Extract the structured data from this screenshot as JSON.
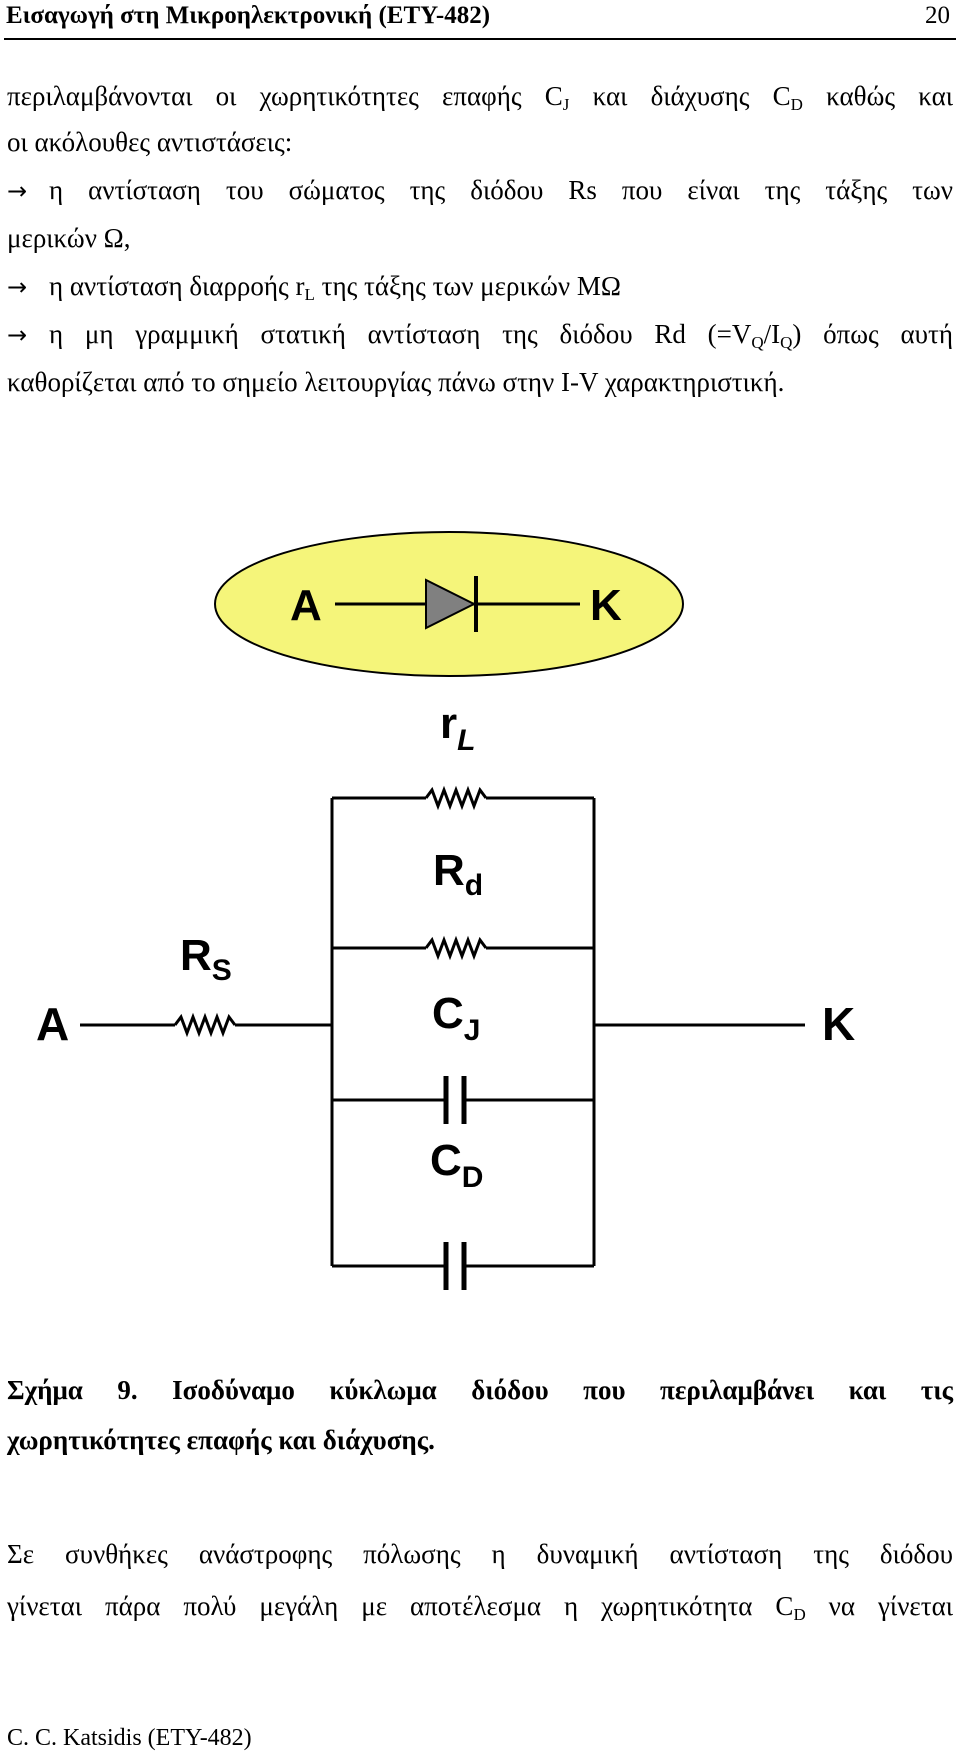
{
  "header": {
    "title": "Εισαγωγή στη Μικροηλεκτρονική (ΕΤΥ-482)",
    "page": "20"
  },
  "para1": {
    "line1_a": "περιλαμβάνονται οι χωρητικότητες επαφής C",
    "line1_sub1": "J",
    "line1_b": " και διάχυσης C",
    "line1_sub2": "D",
    "line1_c": " καθώς και",
    "line2": "οι ακόλουθες αντιστάσεις:"
  },
  "bullets": {
    "arrow_glyph": "→",
    "b1_line1": "η αντίσταση του σώματος της διόδου Rs που είναι της τάξης των",
    "b1_line2": "μερικών Ω,",
    "b2_a": "η αντίσταση διαρροής r",
    "b2_sub": "L",
    "b2_b": " της τάξης των μερικών ΜΩ",
    "b3_a": "η μη γραμμική στατική αντίσταση της διόδου Rd (=V",
    "b3_sub1": "Q",
    "b3_b": "/I",
    "b3_sub2": "Q",
    "b3_c": ") όπως αυτή",
    "b3_line2": "καθορίζεται από το σημείο λειτουργίας πάνω στην I-V χαρακτηριστική."
  },
  "figure": {
    "colors": {
      "ellipse_fill": "#f5f57a",
      "diode_fill": "#808080",
      "line": "#000000"
    },
    "diode_anode": "A",
    "diode_cathode": "K",
    "rl_main": "r",
    "rl_sub": "L",
    "rd_main": "R",
    "rd_sub": "d",
    "rs_main": "R",
    "rs_sub": "S",
    "cj_main": "C",
    "cj_sub": "J",
    "cd_main": "C",
    "cd_sub": "D",
    "node_a": "A",
    "node_k": "K"
  },
  "caption": {
    "label": "Σχήμα 9.",
    "line1": "Ισοδύναμο κύκλωμα διόδου που περιλαμβάνει και τις",
    "line2": "χωρητικότητες επαφής και διάχυσης."
  },
  "para2": {
    "line1": "Σε συνθήκες ανάστροφης πόλωσης η δυναμική αντίσταση της διόδου",
    "line2_a": "γίνεται πάρα πολύ μεγάλη με αποτέλεσμα η χωρητικότητα C",
    "line2_sub": "D",
    "line2_b": " να γίνεται"
  },
  "footer": {
    "text": "C. C. Katsidis (ΕΤΥ-482)"
  }
}
